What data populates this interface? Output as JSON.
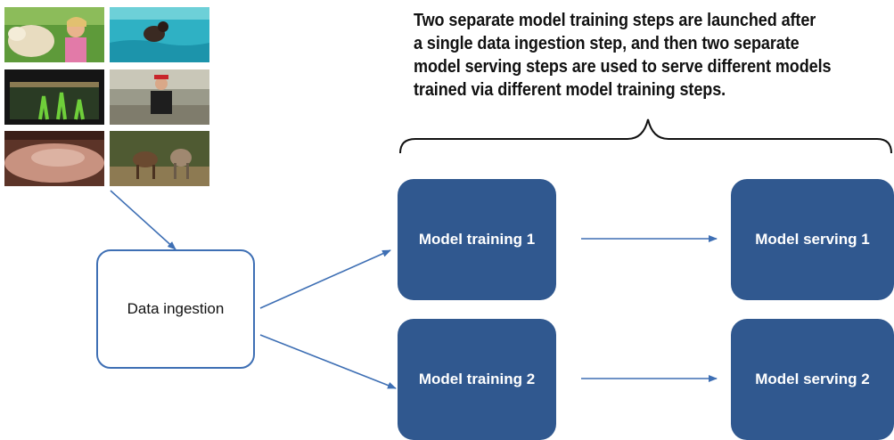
{
  "caption": {
    "lines": [
      "Two separate model training steps are launched after",
      "a single data ingestion step, and then two separate",
      "model serving steps are used to serve different models",
      "trained via different model training steps."
    ]
  },
  "nodes": {
    "data_ingestion": "Data ingestion",
    "training_1": "Model training 1",
    "training_2": "Model training 2",
    "serving_1": "Model serving 1",
    "serving_2": "Model serving 2"
  },
  "colors": {
    "step_fill": "#30588f",
    "arrow": "#3e6fb4",
    "ingestion_border": "#3e6fb4",
    "step_text": "#ffffff"
  },
  "images": [
    {
      "name": "dog-and-child-photo"
    },
    {
      "name": "swimming-pool-photo"
    },
    {
      "name": "aquarium-photo"
    },
    {
      "name": "man-in-red-cap-photo"
    },
    {
      "name": "blurry-closeup-photo"
    },
    {
      "name": "horses-photo"
    }
  ]
}
